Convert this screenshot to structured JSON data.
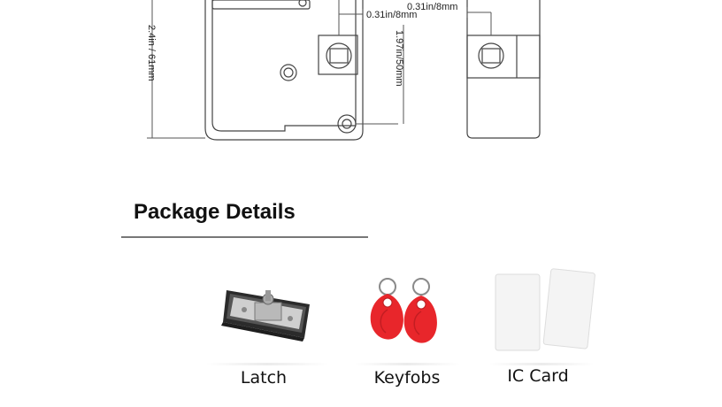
{
  "diagram": {
    "height_label": "2.4in / 61mm",
    "inner_height_label": "1.97in/50mm",
    "hole_offset_label": "0.31in/8mm",
    "side_hole_offset_label": "0.31in/8mm"
  },
  "package": {
    "title": "Package Details",
    "items": [
      {
        "label": "Latch",
        "icon": "latch-icon"
      },
      {
        "label": "Keyfobs",
        "icon": "keyfob-icon"
      },
      {
        "label": "IC Card",
        "icon": "ic-card-icon"
      }
    ]
  },
  "colors": {
    "keyfob_red": "#e8262b",
    "card_white": "#f4f4f4",
    "line_gray": "#555555"
  }
}
